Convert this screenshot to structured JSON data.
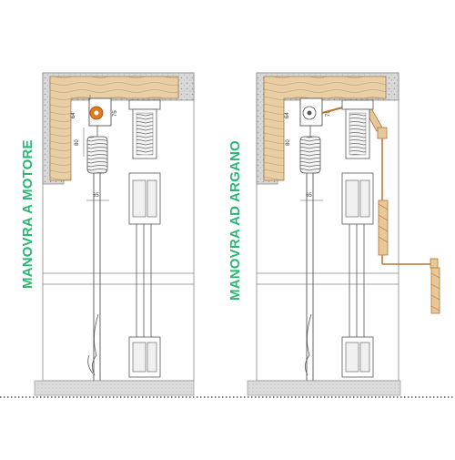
{
  "labels": {
    "left_title": "MANOVRA A MOTORE",
    "right_title": "MANOVRA AD ARGANO"
  },
  "dimensions": {
    "box_height": "64",
    "box_width": "75",
    "roll_height": "80",
    "guide_width": "65"
  },
  "colors": {
    "title_green": "#2bb673",
    "wood": "#e8cfa6",
    "wood_grain": "#c9a878",
    "concrete": "#cfcfcf",
    "motor_orange": "#e07a1f",
    "crank_brown": "#b8742e",
    "line": "#555555",
    "floor": "#d9d9d9"
  }
}
